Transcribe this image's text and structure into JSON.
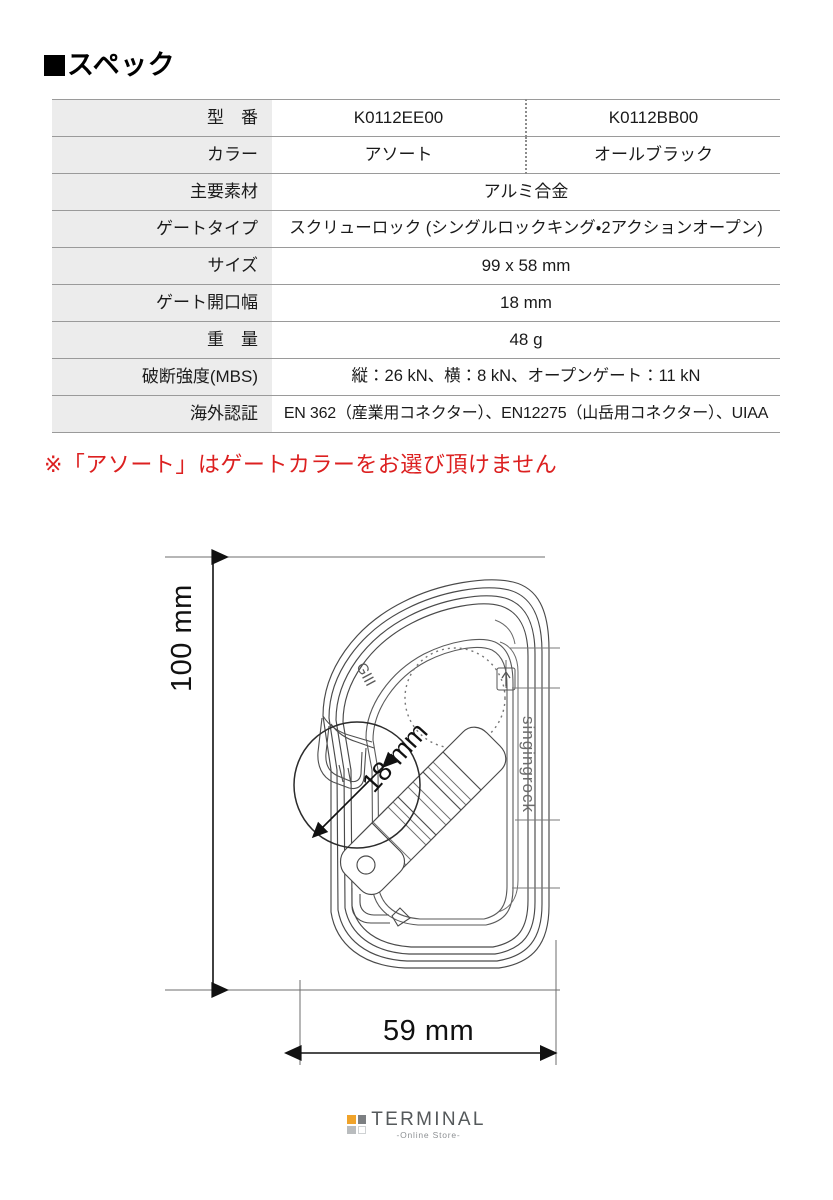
{
  "heading": {
    "marker": "■",
    "text": "スペック"
  },
  "spec_table": {
    "rows": [
      {
        "label": "型　番",
        "type": "split",
        "value_left": "K0112EE00",
        "value_right": "K0112BB00"
      },
      {
        "label": "カラー",
        "type": "split",
        "value_left": "アソート",
        "value_right": "オールブラック"
      },
      {
        "label": "主要素材",
        "type": "full",
        "value": "アルミ合金"
      },
      {
        "label": "ゲートタイプ",
        "type": "full",
        "value": "スクリューロック (シングルロックキング・2アクションオープン)"
      },
      {
        "label": "サイズ",
        "type": "full",
        "value": "99 x 58 mm"
      },
      {
        "label": "ゲート開口幅",
        "type": "full",
        "value": "18 mm"
      },
      {
        "label": "重　量",
        "type": "full",
        "value": "48 g"
      },
      {
        "label": "破断強度(MBS)",
        "type": "full",
        "value": "縦：26 kN、横：8 kN、オープンゲート：11 kN"
      },
      {
        "label": "海外認証",
        "type": "full",
        "value": "EN 362（産業用コネクター）、EN12275（山岳用コネクター）、UIAA"
      }
    ]
  },
  "note": {
    "text": "※「アソート」はゲートカラーをお選び頂けません",
    "color": "#dc2020"
  },
  "drawing": {
    "product_brand": "singingrock",
    "product_mark": "GIII",
    "dimension_height": "100 mm",
    "dimension_width": "59 mm",
    "dimension_gate": "18 mm"
  },
  "footer": {
    "logo_title": "TERMINAL",
    "logo_subtitle": "-Online Store-",
    "logo_color_primary": "#f0a32a",
    "logo_color_secondary": "#7c7f82",
    "logo_color_tertiary": "#b9bcbe",
    "logo_color_quaternary": "#ffffff"
  }
}
